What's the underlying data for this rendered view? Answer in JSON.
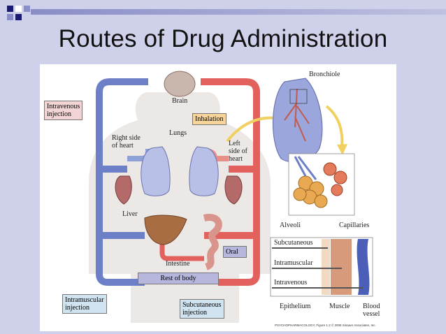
{
  "title": "Routes of Drug Administration",
  "labels": {
    "brain": "Brain",
    "inhalation": "Inhalation",
    "lungs": "Lungs",
    "right_heart_1": "Right side",
    "right_heart_2": "of heart",
    "left_heart_1": "Left",
    "left_heart_2": "side of",
    "left_heart_3": "heart",
    "liver": "Liver",
    "intestine": "Intestine",
    "oral": "Oral",
    "rest_of_body": "Rest of body",
    "iv_injection_1": "Intravenous",
    "iv_injection_2": "injection",
    "im_injection_1": "Intramuscular",
    "im_injection_2": "injection",
    "sc_injection_1": "Subcutaneous",
    "sc_injection_2": "injection",
    "bronchiole": "Bronchiole",
    "alveoli": "Alveoli",
    "capillaries": "Capillaries",
    "inset_subcutaneous": "Subcutaneous",
    "inset_intramuscular": "Intramuscular",
    "inset_intravenous": "Intravenous",
    "epithelium": "Epithelium",
    "muscle": "Muscle",
    "blood_1": "Blood",
    "blood_2": "vessel"
  },
  "credit": "PSYCHOPHARMACOLOGY, Figure 1.2  © 2005 Sinauer Associates, Inc.",
  "colors": {
    "venous": "#6d7fc7",
    "arterial": "#e2615c",
    "inhalation_box": "#f7d59a",
    "oral_box": "#b7b7de",
    "rest_box": "#b7b7de",
    "injection_box": "#cfe3f0",
    "iv_box": "#f3d4d4",
    "bar_dark": "#1a1a6e",
    "bar_light": "#8a8dc6"
  }
}
